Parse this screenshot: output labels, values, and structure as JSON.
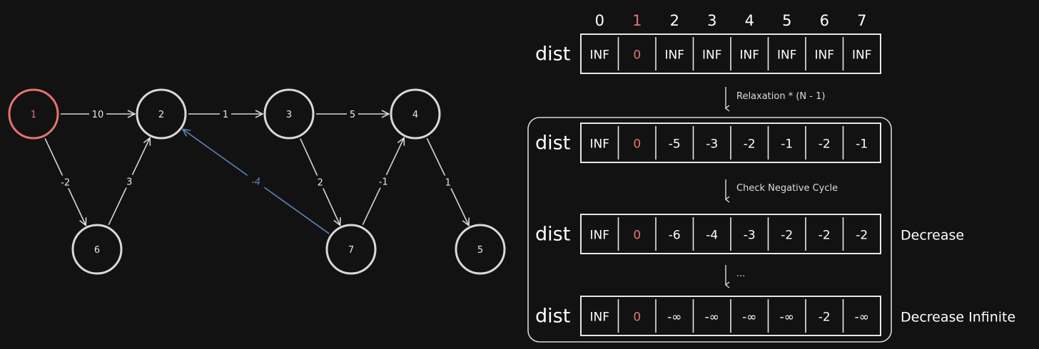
{
  "graph": {
    "nodes": [
      {
        "id": "1",
        "label": "1",
        "source": true
      },
      {
        "id": "2",
        "label": "2"
      },
      {
        "id": "3",
        "label": "3"
      },
      {
        "id": "4",
        "label": "4"
      },
      {
        "id": "5",
        "label": "5"
      },
      {
        "id": "6",
        "label": "6"
      },
      {
        "id": "7",
        "label": "7"
      }
    ],
    "edges": [
      {
        "from": "1",
        "to": "2",
        "weight": "10"
      },
      {
        "from": "2",
        "to": "3",
        "weight": "1"
      },
      {
        "from": "3",
        "to": "4",
        "weight": "5"
      },
      {
        "from": "1",
        "to": "6",
        "weight": "-2"
      },
      {
        "from": "6",
        "to": "2",
        "weight": "3"
      },
      {
        "from": "7",
        "to": "2",
        "weight": "-4",
        "highlight": true
      },
      {
        "from": "3",
        "to": "7",
        "weight": "2"
      },
      {
        "from": "7",
        "to": "4",
        "weight": "-1"
      },
      {
        "from": "4",
        "to": "5",
        "weight": "1"
      }
    ]
  },
  "table": {
    "indices": [
      "0",
      "1",
      "2",
      "3",
      "4",
      "5",
      "6",
      "7"
    ],
    "source_index": 1,
    "row_label": "dist",
    "rows": [
      {
        "cells": [
          "INF",
          "0",
          "INF",
          "INF",
          "INF",
          "INF",
          "INF",
          "INF"
        ],
        "note": ""
      },
      {
        "cells": [
          "INF",
          "0",
          "-5",
          "-3",
          "-2",
          "-1",
          "-2",
          "-1"
        ],
        "note": ""
      },
      {
        "cells": [
          "INF",
          "0",
          "-6",
          "-4",
          "-3",
          "-2",
          "-2",
          "-2"
        ],
        "note": "Decrease"
      },
      {
        "cells": [
          "INF",
          "0",
          "-∞",
          "-∞",
          "-∞",
          "-∞",
          "-2",
          "-∞"
        ],
        "note": "Decrease Infinite"
      }
    ],
    "steps": [
      "Relaxation * (N - 1)",
      "Check Negative Cycle",
      "..."
    ]
  },
  "colors": {
    "background": "#121212",
    "source": "#e8726f",
    "negative_edge": "#5b86b8",
    "stroke": "#d8d8d8"
  }
}
